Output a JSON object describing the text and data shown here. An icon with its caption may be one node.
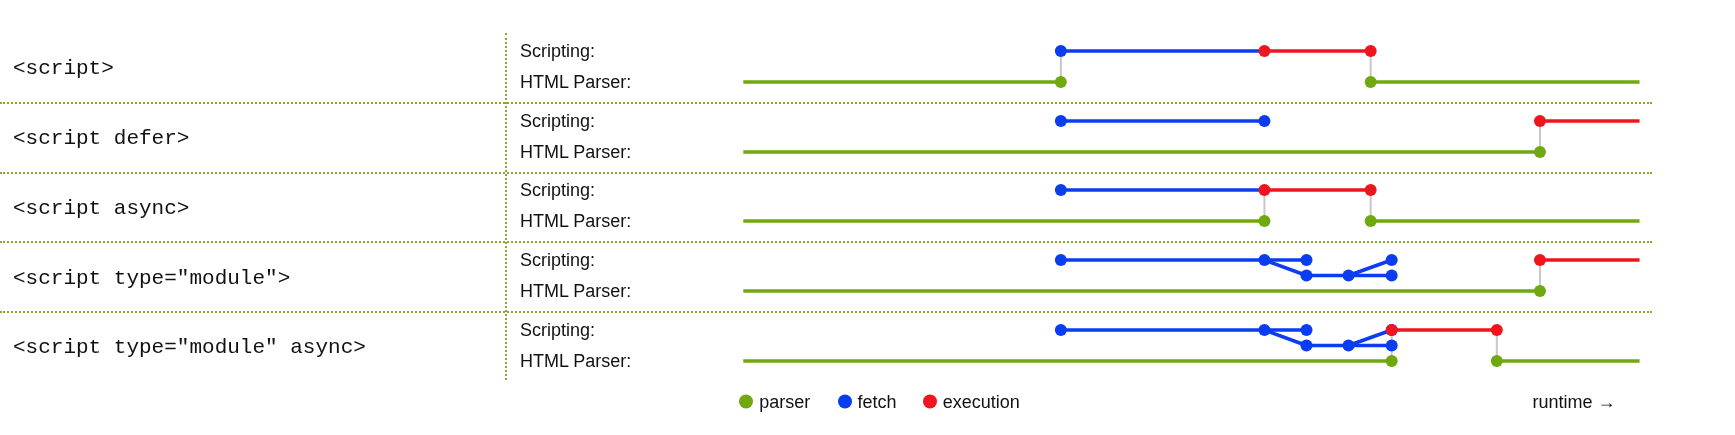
{
  "diagram": {
    "labels": [
      "<script>",
      "Scripting:",
      "HTML Parser:",
      "<script defer>",
      "Scripting:",
      "HTML Parser:",
      "<script async>",
      "Scripting:",
      "HTML Parser:",
      "<script type=\"module\">",
      "Scripting:",
      "HTML Parser:",
      "<script type=\"module\" async>",
      "Scripting:",
      "HTML Parser:",
      "runtime →"
    ],
    "legend": [
      {
        "text": "parser",
        "color": "#6fa80f"
      },
      {
        "text": "fetch",
        "color": "#0a3cf0"
      },
      {
        "text": "execution",
        "color": "#f0141e"
      }
    ]
  }
}
